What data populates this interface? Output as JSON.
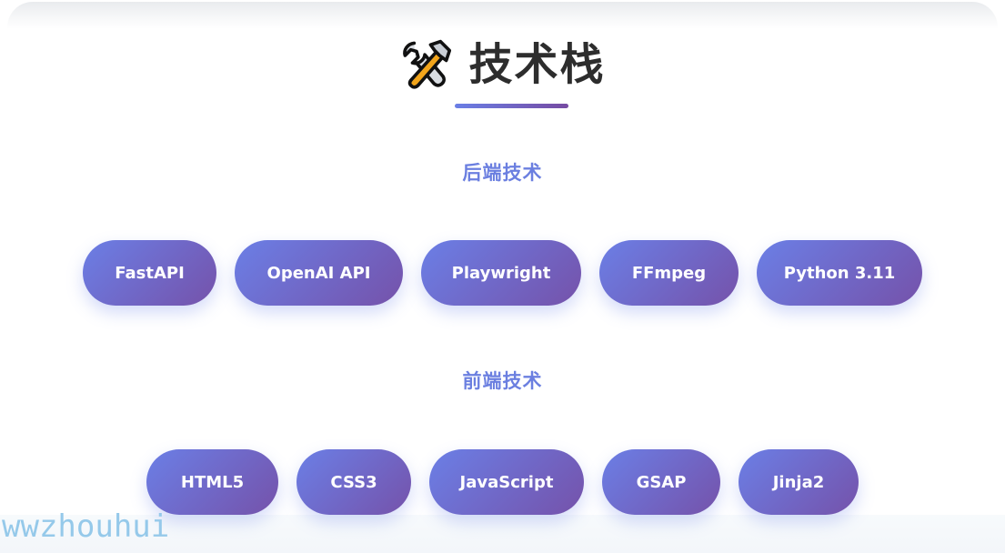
{
  "header": {
    "title": "技术栈",
    "icon": "hammer-and-wrench-icon"
  },
  "sections": {
    "backend": {
      "title": "后端技术",
      "items": [
        "FastAPI",
        "OpenAI API",
        "Playwright",
        "FFmpeg",
        "Python 3.11"
      ]
    },
    "frontend": {
      "title": "前端技术",
      "items": [
        "HTML5",
        "CSS3",
        "JavaScript",
        "GSAP",
        "Jinja2"
      ]
    }
  },
  "watermark": "wwzhouhui",
  "colors": {
    "accent_start": "#6b7fe6",
    "accent_end": "#7552aa",
    "section_title": "#6b7fe0",
    "title_text": "#2d2d2d"
  }
}
